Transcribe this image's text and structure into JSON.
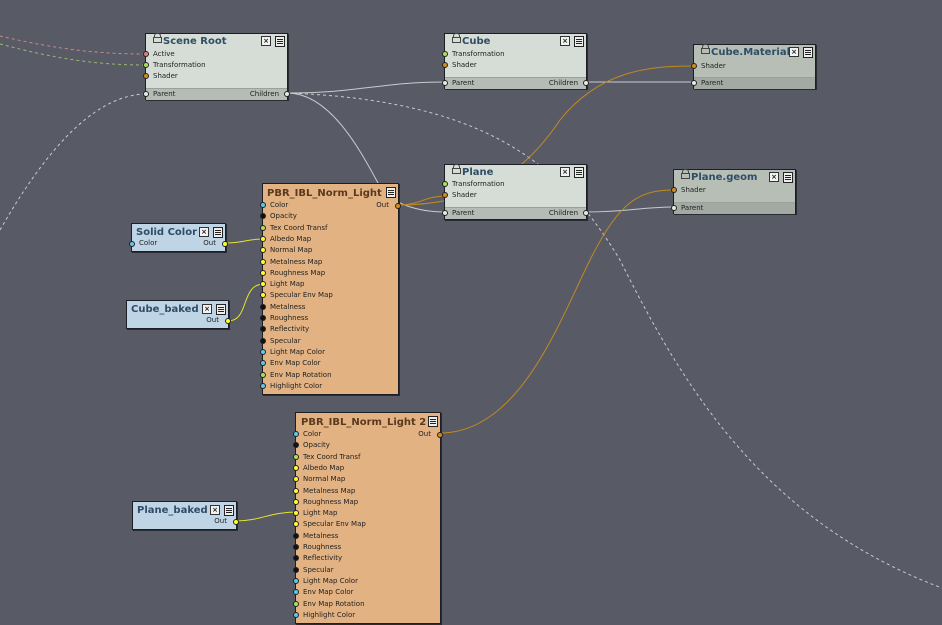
{
  "colors": {
    "canvas": "#585a66",
    "scene_node": "#d6dcd6",
    "material_node": "#b6beb6",
    "shader_node": "#e2b283",
    "texture_node": "#bfd5e6",
    "wire_white": "#c8ccd0",
    "wire_orange": "#c08a20",
    "wire_yellow": "#e6e62a",
    "port_red": "#d98080",
    "port_green": "#a9e05a",
    "port_orange": "#d08a20",
    "port_yellow": "#ffff30",
    "port_cyan": "#5ac8e6",
    "port_black": "#111111",
    "port_white": "#e8e8e8"
  },
  "nodes": {
    "scene_root": {
      "title": "Scene Root",
      "inputs": [
        {
          "label": "Active",
          "color": "#d98080"
        },
        {
          "label": "Transformation",
          "color": "#a9e05a"
        },
        {
          "label": "Shader",
          "color": "#d08a20"
        }
      ],
      "parent_label": "Parent",
      "children_label": "Children"
    },
    "cube": {
      "title": "Cube",
      "inputs": [
        {
          "label": "Transformation",
          "color": "#a9e05a"
        },
        {
          "label": "Shader",
          "color": "#d08a20"
        }
      ],
      "parent_label": "Parent",
      "children_label": "Children"
    },
    "cube_material": {
      "title": "Cube.Material",
      "inputs": [
        {
          "label": "Shader",
          "color": "#d08a20"
        }
      ],
      "parent_label": "Parent"
    },
    "plane": {
      "title": "Plane",
      "inputs": [
        {
          "label": "Transformation",
          "color": "#a9e05a"
        },
        {
          "label": "Shader",
          "color": "#d08a20"
        }
      ],
      "parent_label": "Parent",
      "children_label": "Children"
    },
    "plane_geom": {
      "title": "Plane.geom",
      "inputs": [
        {
          "label": "Shader",
          "color": "#d08a20"
        }
      ],
      "parent_label": "Parent"
    },
    "pbr1": {
      "title": "PBR_IBL_Norm_Light",
      "out_label": "Out",
      "inputs": [
        {
          "label": "Color",
          "color": "#5ac8e6"
        },
        {
          "label": "Opacity",
          "color": "#111111"
        },
        {
          "label": "Tex Coord Transf",
          "color": "#a9e05a"
        },
        {
          "label": "Albedo Map",
          "color": "#ffff30"
        },
        {
          "label": "Normal Map",
          "color": "#ffff30"
        },
        {
          "label": "Metalness Map",
          "color": "#ffff30"
        },
        {
          "label": "Roughness Map",
          "color": "#ffff30"
        },
        {
          "label": "Light Map",
          "color": "#ffff30"
        },
        {
          "label": "Specular Env Map",
          "color": "#ffff30"
        },
        {
          "label": "Metalness",
          "color": "#111111"
        },
        {
          "label": "Roughness",
          "color": "#111111"
        },
        {
          "label": "Reflectivity",
          "color": "#111111"
        },
        {
          "label": "Specular",
          "color": "#111111"
        },
        {
          "label": "Light Map Color",
          "color": "#5ac8e6"
        },
        {
          "label": "Env Map Color",
          "color": "#5ac8e6"
        },
        {
          "label": "Env Map Rotation",
          "color": "#a9e05a"
        },
        {
          "label": "Highlight Color",
          "color": "#5ac8e6"
        }
      ]
    },
    "pbr2": {
      "title": "PBR_IBL_Norm_Light 2",
      "out_label": "Out",
      "inputs": [
        {
          "label": "Color",
          "color": "#5ac8e6"
        },
        {
          "label": "Opacity",
          "color": "#111111"
        },
        {
          "label": "Tex Coord Transf",
          "color": "#a9e05a"
        },
        {
          "label": "Albedo Map",
          "color": "#ffff30"
        },
        {
          "label": "Normal Map",
          "color": "#ffff30"
        },
        {
          "label": "Metalness Map",
          "color": "#ffff30"
        },
        {
          "label": "Roughness Map",
          "color": "#ffff30"
        },
        {
          "label": "Light Map",
          "color": "#ffff30"
        },
        {
          "label": "Specular Env Map",
          "color": "#ffff30"
        },
        {
          "label": "Metalness",
          "color": "#111111"
        },
        {
          "label": "Roughness",
          "color": "#111111"
        },
        {
          "label": "Reflectivity",
          "color": "#111111"
        },
        {
          "label": "Specular",
          "color": "#111111"
        },
        {
          "label": "Light Map Color",
          "color": "#5ac8e6"
        },
        {
          "label": "Env Map Color",
          "color": "#5ac8e6"
        },
        {
          "label": "Env Map Rotation",
          "color": "#a9e05a"
        },
        {
          "label": "Highlight Color",
          "color": "#5ac8e6"
        }
      ]
    },
    "solid_color": {
      "title": "Solid Color",
      "in_label": "Color",
      "out_label": "Out"
    },
    "cube_baked": {
      "title": "Cube_baked",
      "out_label": "Out"
    },
    "plane_baked": {
      "title": "Plane_baked",
      "out_label": "Out"
    }
  },
  "icons": {
    "close": "×"
  }
}
